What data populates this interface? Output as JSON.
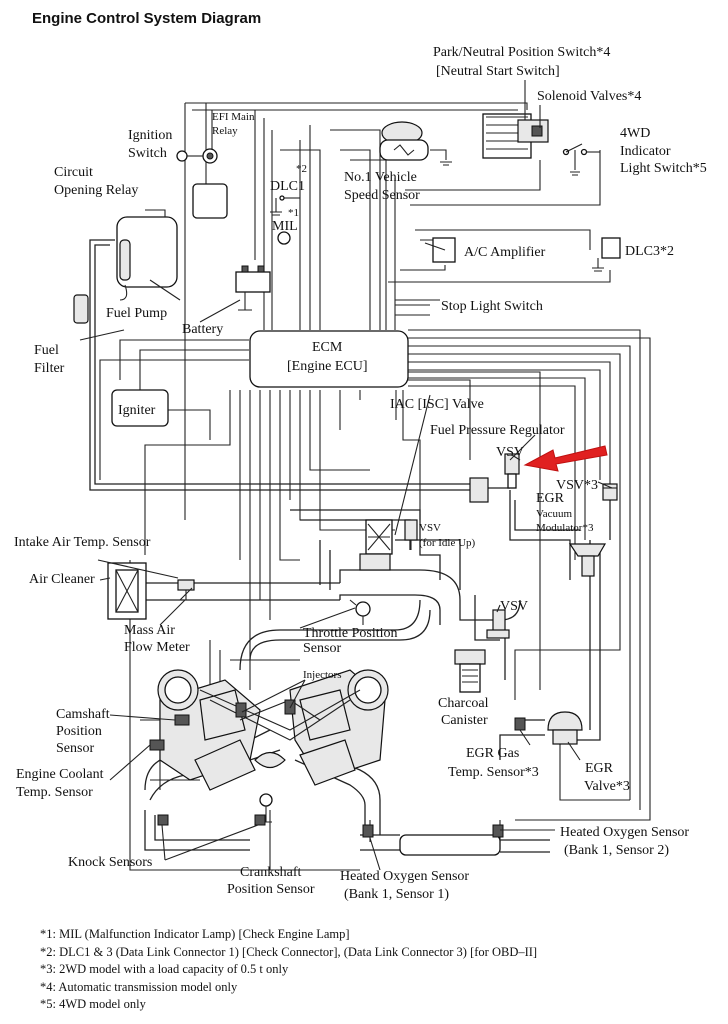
{
  "title": "Engine Control System Diagram",
  "labels": {
    "park_neutral": "Park/Neutral Position Switch*4",
    "neutral_start": "[Neutral Start Switch]",
    "solenoid": "Solenoid Valves*4",
    "ignition_1": "Ignition",
    "ignition_2": "Switch",
    "efi_1": "EFI Main",
    "efi_2": "Relay",
    "circuit_1": "Circuit",
    "circuit_2": "Opening Relay",
    "dlc1": "DLC1",
    "dlc1_sup": "*2",
    "mil": "MIL",
    "mil_sup": "*1",
    "vss_1": "No.1 Vehicle",
    "vss_2": "Speed Sensor",
    "wd4_1": "4WD",
    "wd4_2": "Indicator",
    "wd4_3": "Light Switch*5",
    "dlc3": "DLC3*2",
    "ac_amp": "A/C Amplifier",
    "fuel_pump": "Fuel Pump",
    "battery": "Battery",
    "stop_light": "Stop Light Switch",
    "fuel_filter_1": "Fuel",
    "fuel_filter_2": "Filter",
    "ecm_1": "ECM",
    "ecm_2": "[Engine ECU]",
    "igniter": "Igniter",
    "iac": "IAC [ISC] Valve",
    "fpr": "Fuel Pressure Regulator",
    "vsv_top": "VSV",
    "vsv3": "VSV*3",
    "egr_mod_1": "EGR",
    "egr_mod_2": "Vacuum",
    "egr_mod_3": "Modulator*3",
    "iat": "Intake Air Temp. Sensor",
    "vsv_idle_1": "VSV",
    "vsv_idle_2": "(for Idle Up)",
    "air_cleaner": "Air Cleaner",
    "vsv_mid": "VSV",
    "maf_1": "Mass Air",
    "maf_2": "Flow Meter",
    "tps_1": "Throttle Position",
    "tps_2": "Sensor",
    "injectors": "Injectors",
    "charcoal_1": "Charcoal",
    "charcoal_2": "Canister",
    "cam_1": "Camshaft",
    "cam_2": "Position",
    "cam_3": "Sensor",
    "egr_gas_1": "EGR Gas",
    "egr_gas_2": "Temp. Sensor*3",
    "egr_valve_1": "EGR",
    "egr_valve_2": "Valve*3",
    "ect_1": "Engine Coolant",
    "ect_2": "Temp. Sensor",
    "ho2_r_1": "Heated Oxygen Sensor",
    "ho2_r_2": "(Bank 1, Sensor 2)",
    "knock": "Knock Sensors",
    "crank_1": "Crankshaft",
    "crank_2": "Position Sensor",
    "ho2_b_1": "Heated Oxygen Sensor",
    "ho2_b_2": "(Bank 1, Sensor 1)"
  },
  "footnotes": [
    "*1: MIL (Malfunction Indicator Lamp) [Check Engine Lamp]",
    "*2: DLC1 & 3 (Data Link Connector 1) [Check Connector], (Data Link Connector 3) [for OBD–II]",
    "*3: 2WD model with a load capacity of 0.5 t only",
    "*4: Automatic transmission model only",
    "*5: 4WD model only"
  ],
  "colors": {
    "arrow": "#e02020",
    "ink": "#111111"
  }
}
